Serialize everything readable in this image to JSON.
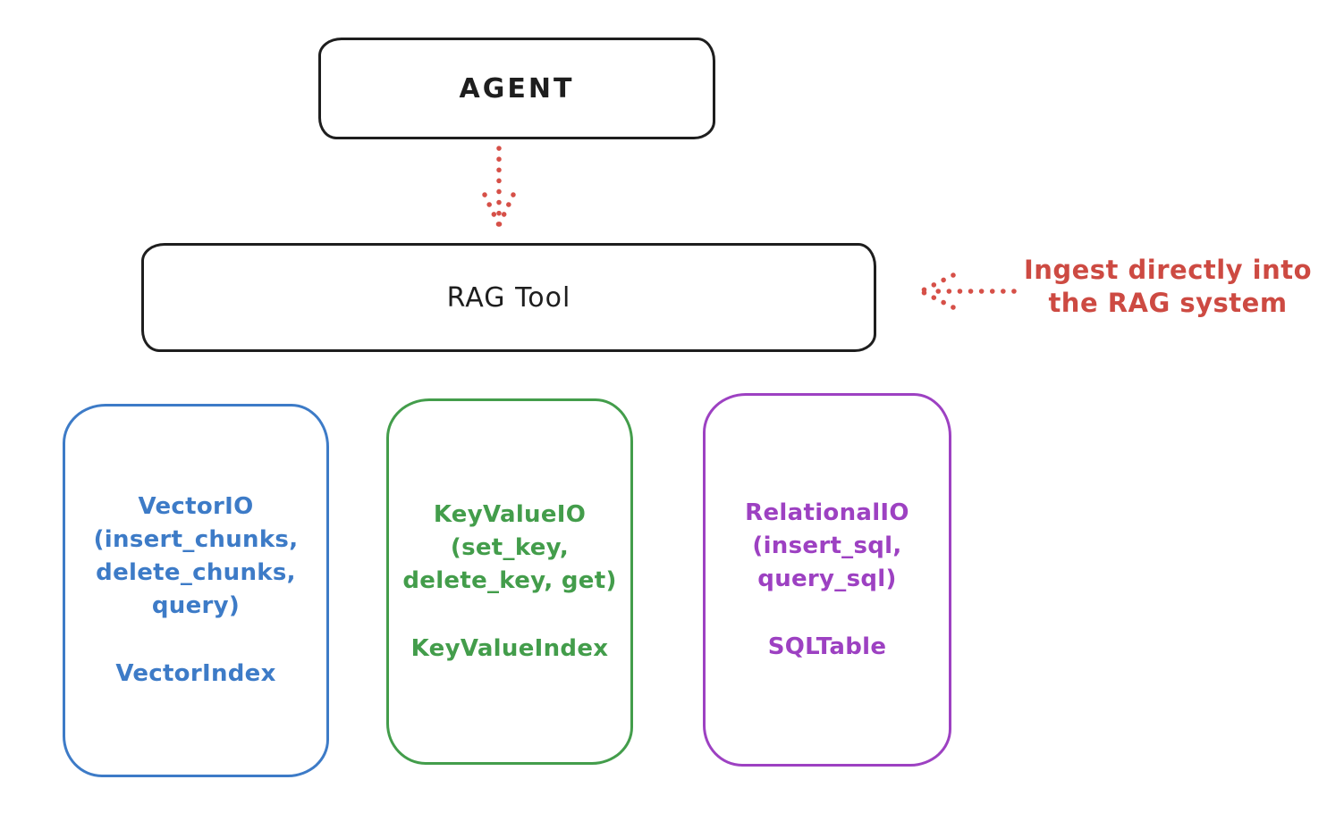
{
  "diagram": {
    "agent_box": {
      "label": "AGENT"
    },
    "rag_box": {
      "label": "RAG Tool"
    },
    "annotation": {
      "line1": "Ingest directly into",
      "line2": "the RAG system",
      "color": "#cd4a42"
    },
    "arrows": [
      {
        "name": "agent-to-ragtool",
        "style": "dotted",
        "direction": "down",
        "color": "#d65048"
      },
      {
        "name": "annotation-to-ragtool",
        "style": "dotted",
        "direction": "left",
        "color": "#d65048"
      }
    ],
    "io_boxes": [
      {
        "name": "vector-io",
        "color": "#3d7bc7",
        "lines": [
          "VectorIO",
          "(insert_chunks,",
          "delete_chunks,",
          "query)"
        ],
        "index_label": "VectorIndex"
      },
      {
        "name": "keyvalue-io",
        "color": "#439d4b",
        "lines": [
          "KeyValueIO",
          "(set_key,",
          "delete_key, get)"
        ],
        "index_label": "KeyValueIndex"
      },
      {
        "name": "relational-io",
        "color": "#9d41c2",
        "lines": [
          "RelationalIO",
          "(insert_sql,",
          "query_sql)"
        ],
        "index_label": "SQLTable"
      }
    ],
    "colors": {
      "stroke": "#1e1e1e",
      "background": "#ffffff"
    }
  }
}
